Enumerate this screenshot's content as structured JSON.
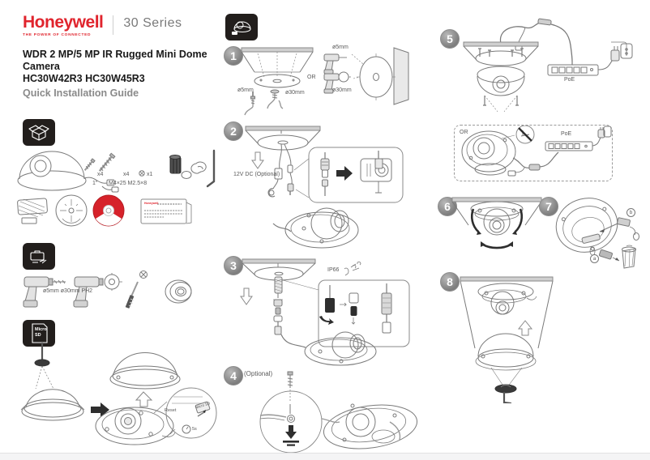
{
  "header": {
    "logo": "Honeywell",
    "tagline": "THE POWER OF CONNECTED",
    "series": "30 Series"
  },
  "title": {
    "line1": "WDR 2 MP/5 MP IR Rugged Mini Dome",
    "line2": "Camera",
    "models": "HC30W42R3 HC30W45R3",
    "subtitle": "Quick Installation Guide"
  },
  "package": {
    "anchor_qty": "x4",
    "anchor_size": "1\"",
    "screw_qty": "x4",
    "screw_size": "M4×25 M2.5×8",
    "plug_qty": "x1",
    "doc_brand": "Honeywell"
  },
  "tools": {
    "drill_label": "ø5mm ø30mm PH2"
  },
  "microsd": {
    "tile_line1": "Micro",
    "tile_line2": "SD",
    "reset": "Reset",
    "hold": "5s",
    "card": "Micro SD"
  },
  "steps": {
    "one": {
      "num": "1",
      "drill_a": "ø5mm",
      "drill_b": "ø30mm",
      "or": "OR",
      "drill_c": "ø5mm",
      "drill_d": "ø30mm"
    },
    "two": {
      "num": "2",
      "power": "12V DC (Optional)"
    },
    "three": {
      "num": "3",
      "rating": "IP66"
    },
    "four": {
      "num": "4",
      "note": "(Optional)"
    },
    "five": {
      "num": "5",
      "poe": "PoE"
    },
    "or_box": {
      "or": "OR",
      "poe": "PoE"
    },
    "six": {
      "num": "6"
    },
    "seven": {
      "num": "7",
      "label_a": "a",
      "label_b": "b"
    },
    "eight": {
      "num": "8"
    }
  },
  "colors": {
    "brand_red": "#E0242D",
    "subtitle_gray": "#8A8A8A",
    "tile_black": "#221E1C"
  }
}
